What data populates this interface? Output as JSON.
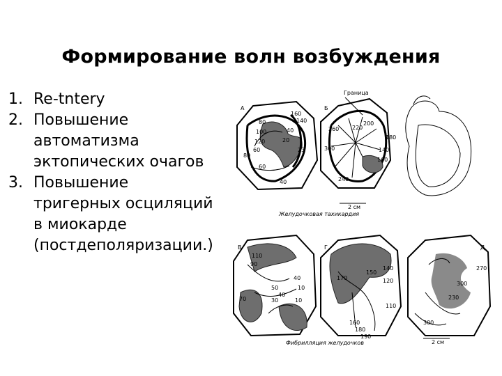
{
  "slide": {
    "title": "Формирование волн возбуждения",
    "list": [
      {
        "num": "1.",
        "text": "Re-tntery"
      },
      {
        "num": "2.",
        "text": "Повышение автоматизма эктопических очагов"
      },
      {
        "num": "3.",
        "text": "Повышение тригерных осциляций в миокарде (постдеполяризации.)"
      }
    ]
  },
  "figure": {
    "panel_labels": [
      "А",
      "Б",
      "В",
      "Г",
      "Д"
    ],
    "callout_top": "Граница",
    "caption_top": "Желудочковая тахикардия",
    "caption_bottom": "Фибрилляция желудочков",
    "scale_label": "2 см",
    "map_a_values": [
      "160",
      "140",
      "80",
      "100",
      "120",
      "40",
      "20",
      "23",
      "60",
      "80",
      "60",
      "40"
    ],
    "map_b_values": [
      "260",
      "220",
      "200",
      "180",
      "300",
      "140",
      "160",
      "240"
    ],
    "map_v_values": [
      "110",
      "90",
      "40",
      "10",
      "70",
      "50",
      "40",
      "30",
      "10"
    ],
    "map_g_values": [
      "170",
      "150",
      "140",
      "120",
      "110",
      "160",
      "180",
      "190"
    ],
    "map_d_values": [
      "270",
      "300",
      "300",
      "230"
    ]
  }
}
